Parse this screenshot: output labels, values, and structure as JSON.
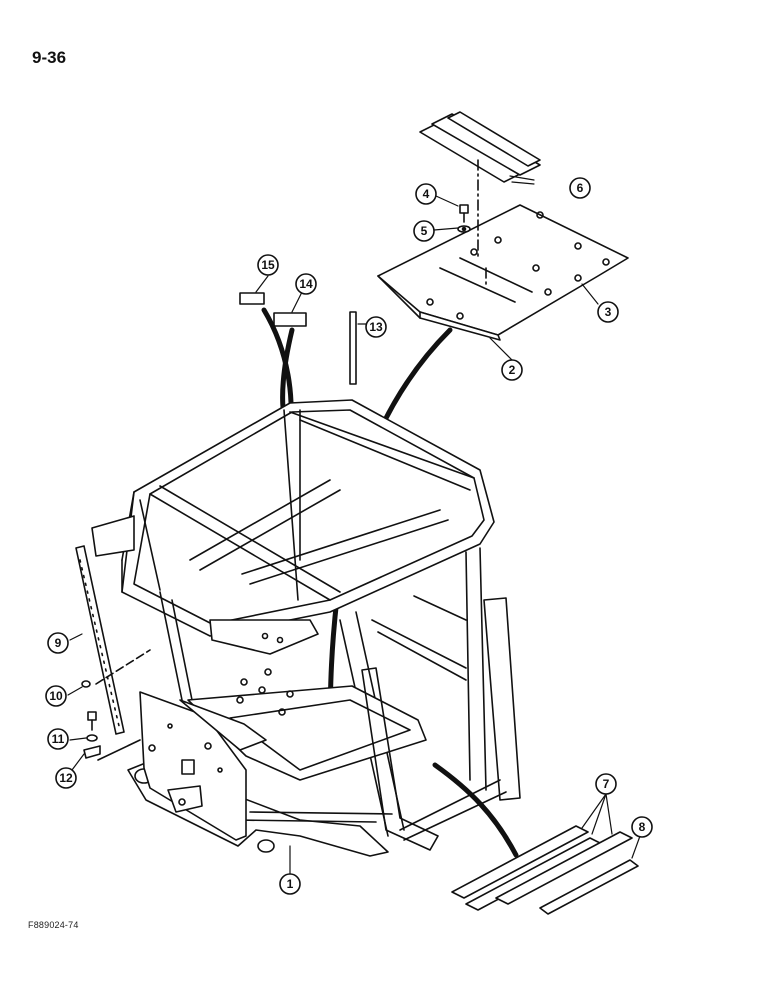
{
  "page_number": "9-36",
  "figure_code": "F889024-74",
  "callouts": [
    "1",
    "2",
    "3",
    "4",
    "5",
    "6",
    "7",
    "8",
    "9",
    "10",
    "11",
    "12",
    "13",
    "14",
    "15"
  ]
}
